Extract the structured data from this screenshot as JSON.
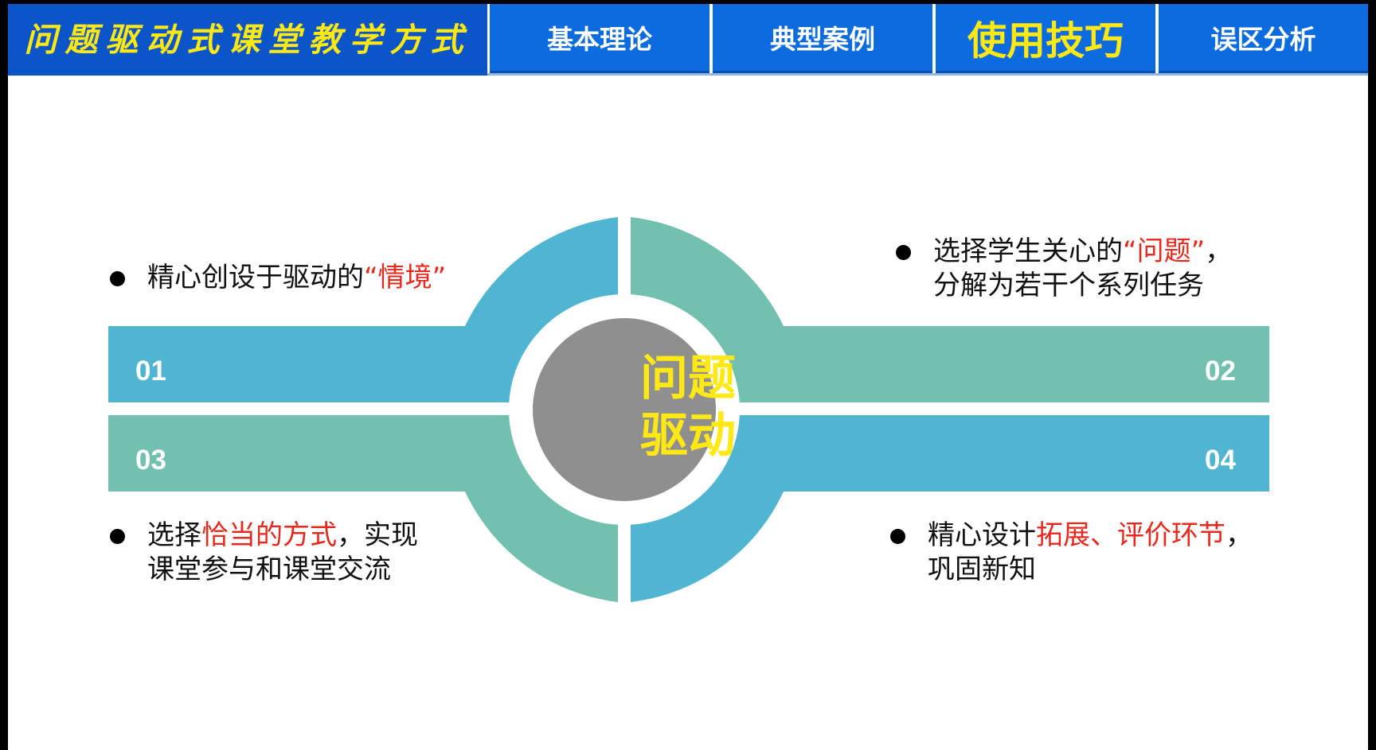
{
  "header": {
    "title": "问题驱动式课堂教学方式",
    "tabs": [
      {
        "label": "基本理论",
        "active": false
      },
      {
        "label": "典型案例",
        "active": false
      },
      {
        "label": "使用技巧",
        "active": true
      },
      {
        "label": "误区分析",
        "active": false
      }
    ]
  },
  "diagram": {
    "center": {
      "line1": "问题",
      "line2": "驱动"
    },
    "numbers": [
      "01",
      "02",
      "03",
      "04"
    ]
  },
  "points": {
    "p1": {
      "a": "精心创设于驱动的",
      "b": "“情境”"
    },
    "p2": {
      "a": "选择学生关心的",
      "b": "“问题”",
      "c": "，",
      "d": "分解为若干个系列任务"
    },
    "p3": {
      "a": "选择",
      "b": "恰当的方式",
      "c": "，实现",
      "d": "课堂参与和课堂交流"
    },
    "p4": {
      "a": "精心设计",
      "b": "拓展、评价环节",
      "c": "，",
      "d": "巩固新知"
    }
  },
  "colors": {
    "header_blue": "#0b55c8",
    "tab_blue": "#0d6be0",
    "title_yellow": "#ffe814",
    "teal_blue": "#4fb5d1",
    "teal_green": "#72c0b0",
    "center_gray": "#8f8f8f",
    "highlight_red": "#e8281c"
  }
}
